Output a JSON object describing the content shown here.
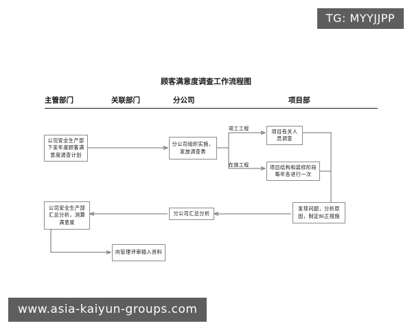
{
  "watermarks": {
    "top_tag": "TG: MYYJJPP",
    "bottom_url": "www.asia-kaiyun-groups.com"
  },
  "diagram": {
    "title": "顾客满意度调查工作流程图",
    "columns": [
      {
        "label": "主管部门"
      },
      {
        "label": "关联部门"
      },
      {
        "label": "分公司"
      },
      {
        "label": "项目部"
      }
    ],
    "nodes": [
      {
        "id": "plan",
        "text": "公司安全生产部下发年度顾客满意度调查计划"
      },
      {
        "id": "implement",
        "text": "分公司组织实施，发放调查表"
      },
      {
        "id": "survey-done",
        "text": "项目有关人员调查"
      },
      {
        "id": "survey-ongoing",
        "text": "项目结构和装修阶段每年各进行一次"
      },
      {
        "id": "corrective",
        "text": "发现问题，分析原因，制定纠正措施"
      },
      {
        "id": "branch-summary",
        "text": "分公司汇总分析"
      },
      {
        "id": "company-summary",
        "text": "公司安全生产部汇总分析，测算满意度"
      },
      {
        "id": "review-input",
        "text": "向管理评审输入资料"
      }
    ],
    "branch_labels": [
      {
        "id": "completed",
        "text": "竣工工程"
      },
      {
        "id": "ongoing",
        "text": "在施工程"
      }
    ],
    "colors": {
      "node_border": "#8a8a8a",
      "connector": "#6e6e6e",
      "rule": "#1a1a1a",
      "watermark_bg": "#5e5e5e",
      "watermark_text": "#ffffff"
    }
  }
}
